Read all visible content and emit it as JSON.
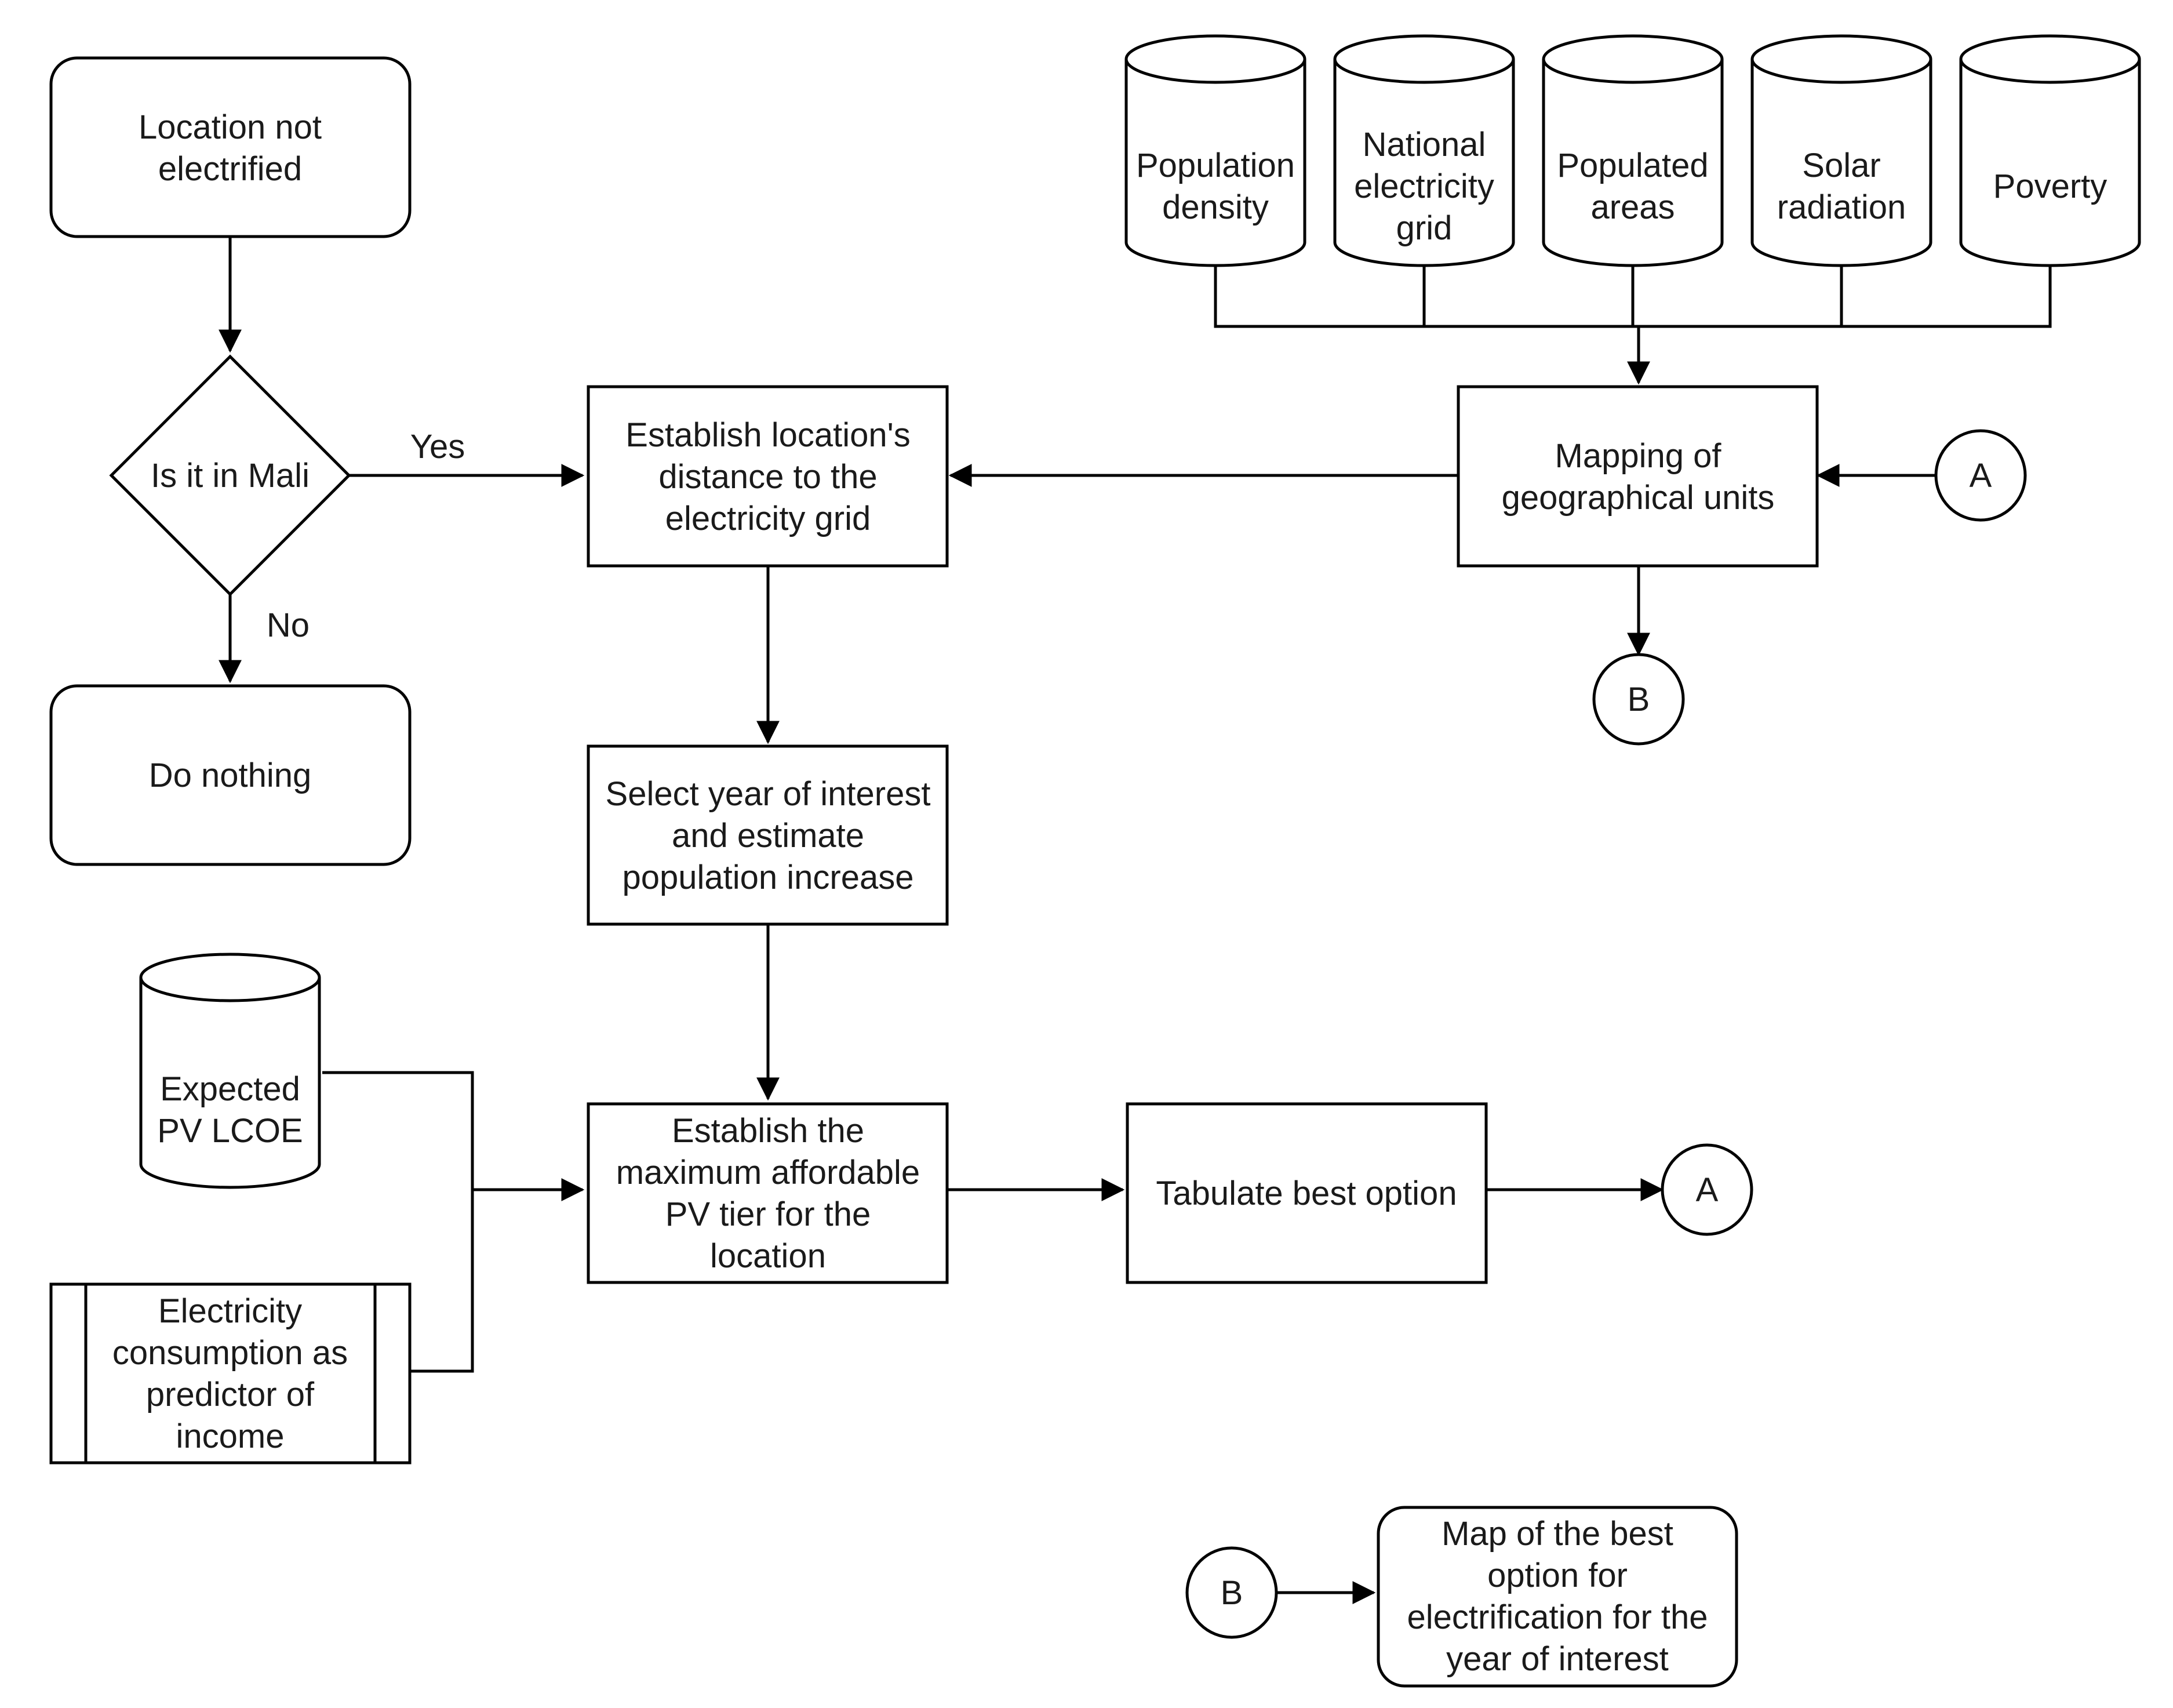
{
  "nodes": {
    "not_electrified": [
      "Location not",
      "electrified"
    ],
    "is_in_mali": [
      "Is it in Mali"
    ],
    "do_nothing": [
      "Do nothing"
    ],
    "establish_distance": [
      "Establish location's",
      "distance to the",
      "electricity grid"
    ],
    "select_year": [
      "Select year of interest",
      "and estimate",
      "population increase"
    ],
    "establish_tier": [
      "Establish the",
      "maximum affordable",
      "PV tier for the",
      "location"
    ],
    "tabulate": [
      "Tabulate best option"
    ],
    "mapping": [
      "Mapping of",
      "geographical units"
    ],
    "map_best": [
      "Map of the best",
      "option for",
      "electrification for the",
      "year of interest"
    ],
    "electricity_consumption": [
      "Electricity",
      "consumption as",
      "predictor of",
      "income"
    ]
  },
  "databases": {
    "population_density": [
      "Population",
      "density"
    ],
    "national_grid": [
      "National",
      "electricity",
      "grid"
    ],
    "populated_areas": [
      "Populated",
      "areas"
    ],
    "solar_radiation": [
      "Solar",
      "radiation"
    ],
    "poverty": [
      "Poverty"
    ],
    "expected_pv_lcoe": [
      "Expected",
      "PV LCOE"
    ]
  },
  "connectors": {
    "a": "A",
    "b": "B"
  },
  "edge_labels": {
    "yes": "Yes",
    "no": "No"
  }
}
